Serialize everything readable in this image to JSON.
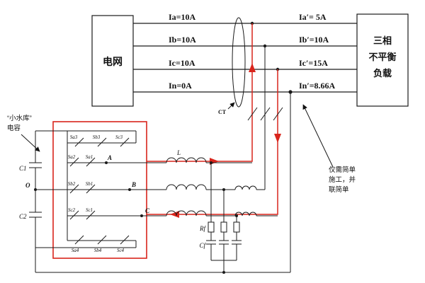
{
  "grid_box": {
    "label": "电网"
  },
  "load_box": {
    "line1": "三相",
    "line2": "不平衡",
    "line3": "负载"
  },
  "phase_lines": [
    {
      "left": "Ia=10A",
      "right": "Ia′= 5A"
    },
    {
      "left": "Ib=10A",
      "right": "Ib′=10A"
    },
    {
      "left": "Ic=10A",
      "right": "Ic′=15A"
    },
    {
      "left": "In=0A",
      "right": "In′=8.66A"
    }
  ],
  "ct_label": "CT",
  "notes": {
    "reservoir": {
      "line1": "“小水库”",
      "line2": "电容"
    },
    "simple": {
      "line1": "仅需简单",
      "line2": "施工，并",
      "line3": "联简单"
    }
  },
  "inverter": {
    "top_switches": [
      "Sa3",
      "Sb3",
      "Sc3"
    ],
    "mid_switches": [
      [
        "Sa2",
        "Sa1"
      ],
      [
        "Sb2",
        "Sb1"
      ],
      [
        "Sc2",
        "Sc1"
      ]
    ],
    "bottom_switches": [
      "Sa4",
      "Sb4",
      "Sc4"
    ],
    "nodes": {
      "a": "A",
      "b": "B",
      "c": "C",
      "o": "O"
    },
    "caps": {
      "c1": "C1",
      "c2": "C2"
    }
  },
  "filter": {
    "l": "L",
    "rf": "Rf",
    "cf": "Cf"
  }
}
